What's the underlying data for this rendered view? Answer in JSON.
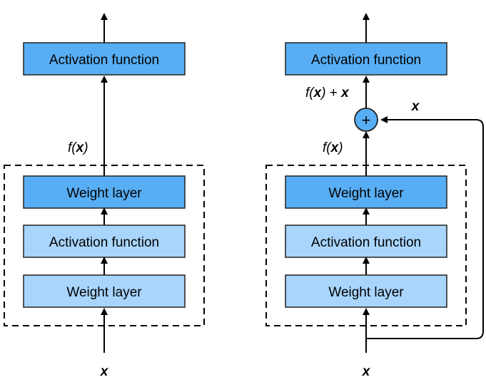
{
  "colors": {
    "dark_blue": "#58aef4",
    "light_blue": "#a9d5fc",
    "border": "#222222",
    "line": "#000000",
    "adder_fill": "#58aef4"
  },
  "left_block": {
    "activation_top": "Activation function",
    "weight_top": "Weight layer",
    "activation_mid": "Activation function",
    "weight_bottom": "Weight layer",
    "fx_func": "f(",
    "fx_var": "x",
    "fx_close": ")",
    "input_label": "x"
  },
  "right_block": {
    "activation_top": "Activation function",
    "weight_top": "Weight layer",
    "activation_mid": "Activation function",
    "weight_bottom": "Weight layer",
    "fx_func": "f(",
    "fx_var": "x",
    "fx_close": ")",
    "sum_func": "f(",
    "sum_var": "x",
    "sum_close": ")",
    "sum_plus": " + ",
    "sum_x": "x",
    "skip_label": "x",
    "adder_symbol": "+",
    "input_label": "x"
  }
}
